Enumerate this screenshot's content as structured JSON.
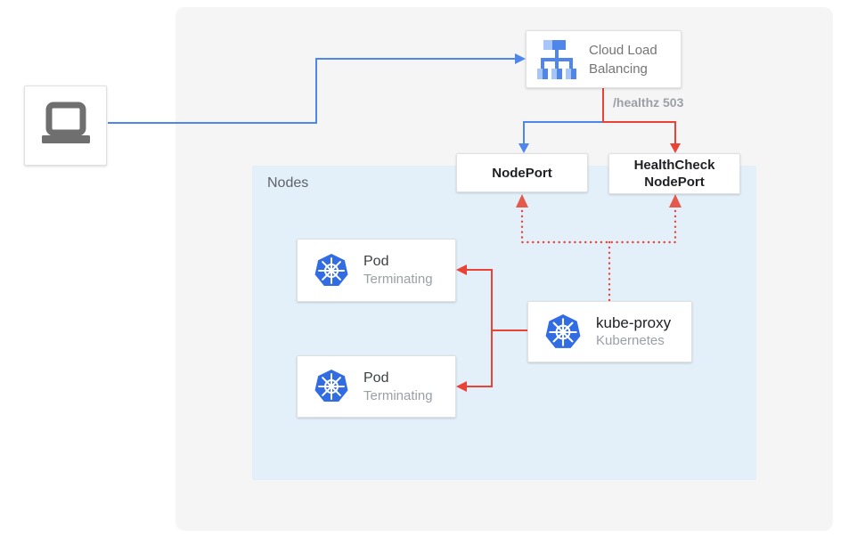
{
  "diagram": {
    "nodes_container": {
      "label": "Nodes"
    },
    "client": {
      "icon": "laptop-icon"
    },
    "cloud_load_balancing": {
      "icon": "cloud-load-balancing-icon",
      "line1": "Cloud Load",
      "line2": "Balancing"
    },
    "healthz_label": "/healthz 503",
    "nodeport": {
      "label": "NodePort"
    },
    "healthcheck_nodeport": {
      "line1": "HealthCheck",
      "line2": "NodePort"
    },
    "pods": [
      {
        "icon": "kubernetes-icon",
        "title": "Pod",
        "subtitle": "Terminating"
      },
      {
        "icon": "kubernetes-icon",
        "title": "Pod",
        "subtitle": "Terminating"
      }
    ],
    "kube_proxy": {
      "icon": "kubernetes-icon",
      "title": "kube-proxy",
      "subtitle": "Kubernetes"
    },
    "colors": {
      "traffic_blue": "#4e86ec",
      "error_red": "#ea4335",
      "nodes_bg": "#e3f0fa",
      "panel_bg": "#f5f5f6",
      "kubernetes_blue": "#326ce5",
      "device_gray": "#6f6f6f",
      "box_border": "#e0e0e0",
      "label_gray": "#9aa0a6"
    }
  }
}
